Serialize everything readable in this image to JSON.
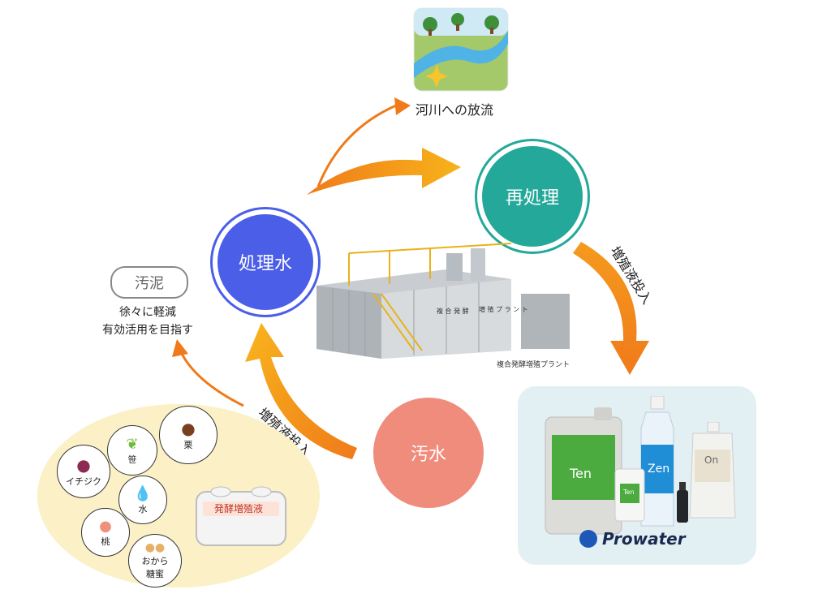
{
  "river_label": "河川への放流",
  "circles": {
    "treated_water": "処理水",
    "retreatment": "再処理",
    "sewage": "汚水"
  },
  "sludge": {
    "title": "汚泥",
    "line1": "徐々に軽減",
    "line2": "有効活用を目指す"
  },
  "arrow_labels": {
    "right": "増殖液投入",
    "left": "増殖液投入"
  },
  "plant": {
    "caption": "複合発酵増殖プラント",
    "sign1": "複 合  発 酵",
    "sign2": "増 殖 プ ラ ン ト"
  },
  "ingredients": {
    "bamboo": "笹",
    "chestnut": "栗",
    "fig": "イチジク",
    "water": "水",
    "peach": "桃",
    "okara_1": "おから",
    "okara_2": "糖蜜",
    "tank_label": "発酵増殖液"
  },
  "products": {
    "brand": "Prowater",
    "ten": "Ten",
    "zen": "Zen",
    "on": "On",
    "ten_small": "Ten"
  }
}
